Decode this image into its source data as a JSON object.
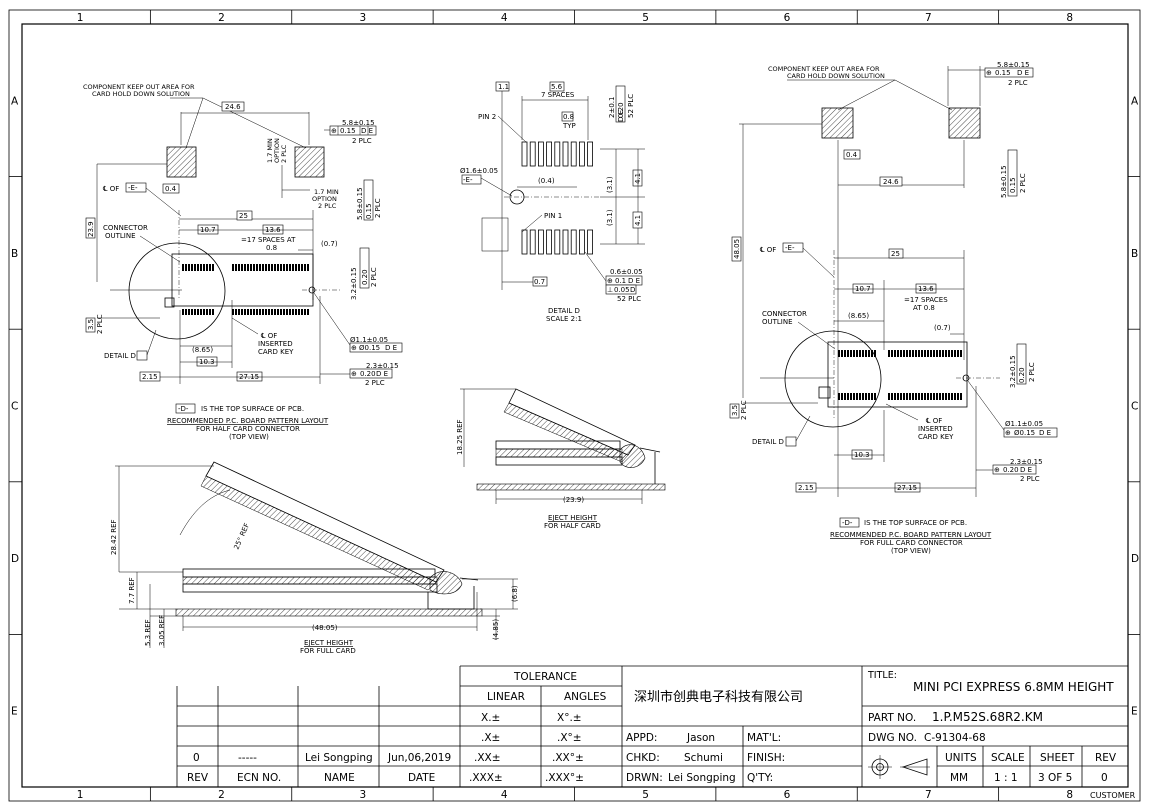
{
  "frame": {
    "cols": [
      "1",
      "2",
      "3",
      "4",
      "5",
      "6",
      "7",
      "8"
    ],
    "rows": [
      "A",
      "B",
      "C",
      "D",
      "E"
    ]
  },
  "half_layout": {
    "keepout": "COMPONENT KEEP OUT AREA FOR\nCARD HOLD DOWN SOLUTION",
    "dim_24_6": "24.6",
    "dim_5_8": "5.8±0.15",
    "tol_015": "0.15",
    "datum_de": "D E",
    "plc2": "2 PLC",
    "opt1": "1.7 MIN\nOPTION\n2 PLC",
    "opt2": "1.7 MIN\nOPTION\n2 PLC",
    "cl_of": "℄ OF",
    "datum_e": "-E-",
    "dim_0_4": "0.4",
    "dim_23_9": "23.9",
    "dim_25": "25",
    "dim_10_7": "10.7",
    "dim_13_6": "13.6",
    "spaces": "=17 SPACES AT\n0.8",
    "dim_0_7": "(0.7)",
    "conn_outline": "CONNECTOR\nOUTLINE",
    "dim_3_2": "3.2±0.15",
    "tol_02": "0.20",
    "dim_3_5": "3.5",
    "dim_8_65": "(8.65)",
    "dim_10_3": "10.3",
    "cl_key": "℄ OF\nINSERTED\nCARD KEY",
    "dim_1_1": "Ø1.1±0.05",
    "tol_dia015": "Ø0.15",
    "detail_d": "DETAIL D",
    "dim_2_15": "2.15",
    "dim_27_15": "27.15",
    "dim_2_3": "2.3±0.15",
    "d_note": "IS THE TOP SURFACE OF PCB.",
    "d_datum": "-D-",
    "rec1": "RECOMMENDED P.C. BOARD PATTERN LAYOUT",
    "rec2": "FOR HALF CARD CONNECTOR",
    "rec3": "(TOP VIEW)"
  },
  "detail_d": {
    "dim_1_1": "1.1",
    "dim_5_6": "5.6",
    "spaces7": "7 SPACES",
    "dim_0_8": "0.8",
    "typ": "TYP",
    "dim_2": "2±0.1",
    "tol_02": "0.20",
    "datum_de": "D E",
    "plc52": "52 PLC",
    "pin2": "PIN 2",
    "pin1": "PIN 1",
    "dim_1_6": "Ø1.6±0.05",
    "datum_e": "-E-",
    "dim_0_4": "(0.4)",
    "dim_3_1": "(3.1)",
    "dim_4_1": "4.1",
    "dim_0_7": "0.7",
    "dim_0_6": "0.6±0.05",
    "tol_01": "0.1",
    "tol_005": "0.05",
    "datum_d": "D",
    "title": "DETAIL D",
    "scale": "SCALE 2:1"
  },
  "eject_half": {
    "dim_18_25": "18.25 REF",
    "dim_23_9": "(23.9)",
    "title1": "EJECT HEIGHT",
    "title2": "FOR HALF CARD"
  },
  "eject_full": {
    "dim_28_42": "28.42 REF",
    "angle": "25° REF",
    "dim_7_7": "7.7 REF",
    "dim_5_3": "5.3 REF",
    "dim_3_05": "3.05 REF",
    "dim_48_05": "(48.05)",
    "dim_6_8": "(6.8)",
    "dim_4_85": "(4.85)",
    "title1": "EJECT HEIGHT",
    "title2": "FOR FULL CARD"
  },
  "full_layout": {
    "keepout": "COMPONENT KEEP OUT AREA FOR\nCARD HOLD DOWN SOLUTION",
    "dim_5_8": "5.8±0.15",
    "tol_015": "0.15",
    "datum_de": "D E",
    "plc2": "2 PLC",
    "dim_0_4": "0.4",
    "dim_24_6": "24.6",
    "dim_48_05": "48.05",
    "cl_of": "℄ OF",
    "datum_e": "-E-",
    "dim_25": "25",
    "dim_10_7": "10.7",
    "dim_13_6": "13.6",
    "spaces": "=17 SPACES\nAT 0.8",
    "dim_8_65": "(8.65)",
    "dim_0_7": "(0.7)",
    "conn_outline": "CONNECTOR\nOUTLINE",
    "dim_3_2": "3.2±0.15",
    "tol_02": "0.20",
    "dim_3_5": "3.5",
    "detail_d": "DETAIL D",
    "cl_key": "℄ OF\nINSERTED\nCARD KEY",
    "dim_1_1": "Ø1.1±0.05",
    "tol_dia015": "Ø0.15",
    "dim_10_3": "10.3",
    "dim_2_3": "2.3±0.15",
    "dim_2_15": "2.15",
    "dim_27_15": "27.15",
    "d_note": "IS THE TOP SURFACE OF PCB.",
    "d_datum": "-D-",
    "rec1": "RECOMMENDED P.C. BOARD PATTERN LAYOUT",
    "rec2": "FOR FULL CARD CONNECTOR",
    "rec3": "(TOP VIEW)"
  },
  "title_block": {
    "tolerance": "TOLERANCE",
    "linear": "LINEAR",
    "angles": "ANGLES",
    "lin_rows": [
      "X.±",
      ".X±",
      ".XX±",
      ".XXX±"
    ],
    "ang_rows": [
      "X°.±",
      ".X°±",
      ".XX°±",
      ".XXX°±"
    ],
    "company": "深圳市创典电子科技有限公司",
    "title_label": "TITLE:",
    "title": "MINI PCI EXPRESS 6.8MM HEIGHT",
    "part_label": "PART NO.",
    "part_no": "1.P.M52S.68R2.KM",
    "dwg_label": "DWG NO.",
    "dwg_no": "C-91304-68",
    "appd_label": "APPD:",
    "appd": "Jason",
    "chkd_label": "CHKD:",
    "chkd": "Schumi",
    "drwn_label": "DRWN:",
    "drwn": "Lei Songping",
    "mat_label": "MAT'L:",
    "finish_label": "FINISH:",
    "qty_label": "Q'TY:",
    "units_label": "UNITS",
    "units": "MM",
    "scale_label": "SCALE",
    "scale": "1 : 1",
    "sheet_label": "SHEET",
    "sheet": "3 OF 5",
    "rev_label": "REV",
    "rev": "0",
    "rev_cols": [
      "REV",
      "ECN NO.",
      "NAME",
      "DATE"
    ],
    "rev_row": [
      "0",
      "-----",
      "Lei Songping",
      "Jun,06,2019"
    ],
    "customer": "CUSTOMER"
  }
}
